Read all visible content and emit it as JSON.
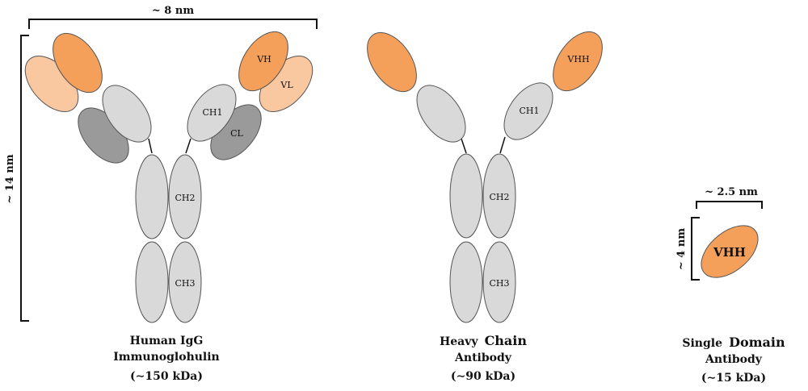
{
  "colors": {
    "vh_dark": "#F5A05A",
    "vl_light": "#F9C7A0",
    "constant_gray": "#D9D9D9",
    "cl_dark_gray": "#9A9A9A",
    "outline": "#555555",
    "text": "#111111"
  },
  "igg": {
    "width_label": "~ 8 nm",
    "height_label": "~ 14 nm",
    "vh": "VH",
    "vl": "VL",
    "ch1": "CH1",
    "cl": "CL",
    "ch2": "CH2",
    "ch3": "CH3",
    "caption_line1": "Human IgG",
    "caption_line2": "Immunoglohulin",
    "caption_line3": "(∼150 kDa)"
  },
  "hcab": {
    "vhh": "VHH",
    "ch1": "CH1",
    "ch2": "CH2",
    "ch3": "CH3",
    "caption_line1a": "Heavy",
    "caption_line1b": "Chain",
    "caption_line2": "Antibody",
    "caption_line3": "(∼90 kDa)"
  },
  "sdab": {
    "width_label": "~ 2.5 nm",
    "height_label": "~ 4 nm",
    "vhh": "VHH",
    "caption_line1a": "Single",
    "caption_line1b": "Domain",
    "caption_line2": "Antibody",
    "caption_line3": "(∼15 kDa)"
  }
}
